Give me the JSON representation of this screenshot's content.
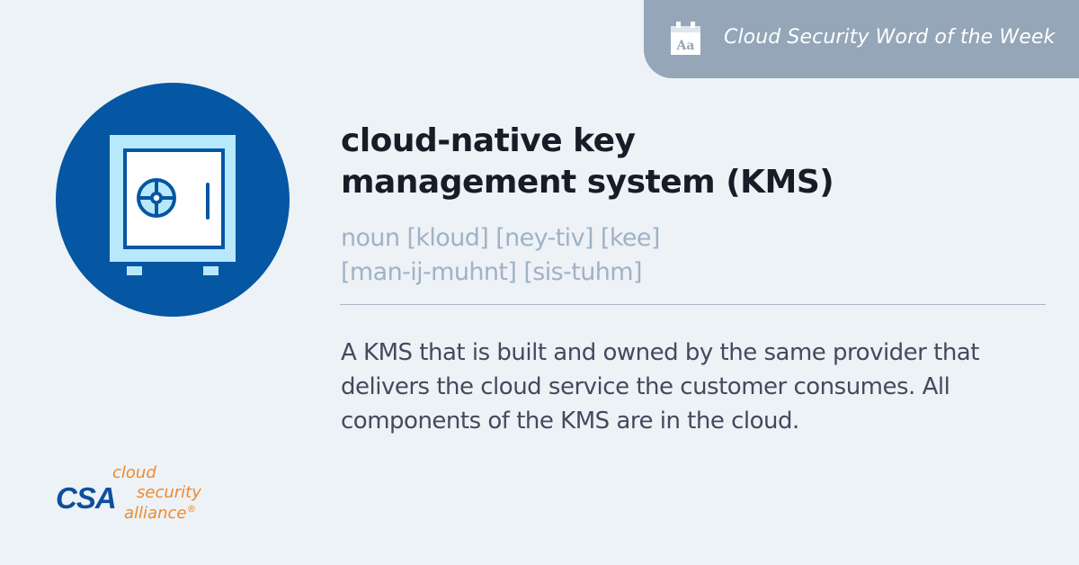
{
  "banner": {
    "icon": "calendar-aa-icon",
    "icon_text": "Aa",
    "title": "Cloud Security Word of the Week"
  },
  "illustration": {
    "icon": "safe-vault-icon",
    "circle_color": "#0556a3",
    "safe_fill_color": "#b8e8fb"
  },
  "term": {
    "line1": "cloud-native key",
    "line2": "management system (KMS)"
  },
  "pronunciation": {
    "line1": "noun [kloud] [ney-tiv] [kee]",
    "line2": "[man-ij-muhnt] [sis-tuhm]"
  },
  "definition": {
    "text": "A KMS that is built and owned by the same provider that delivers the cloud service the customer consumes. All components of the KMS are in the cloud."
  },
  "logo": {
    "abbr": "CSA",
    "word1": "cloud",
    "word2": "security",
    "word3": "alliance",
    "registered": "®",
    "primary_color": "#0d4f9c",
    "accent_color": "#f08a2a"
  },
  "colors": {
    "background": "#edf2f7",
    "banner": "#94a6b8",
    "term_text": "#181c26",
    "pronunciation_text": "#a0b2c4",
    "definition_text": "#434a5c"
  }
}
